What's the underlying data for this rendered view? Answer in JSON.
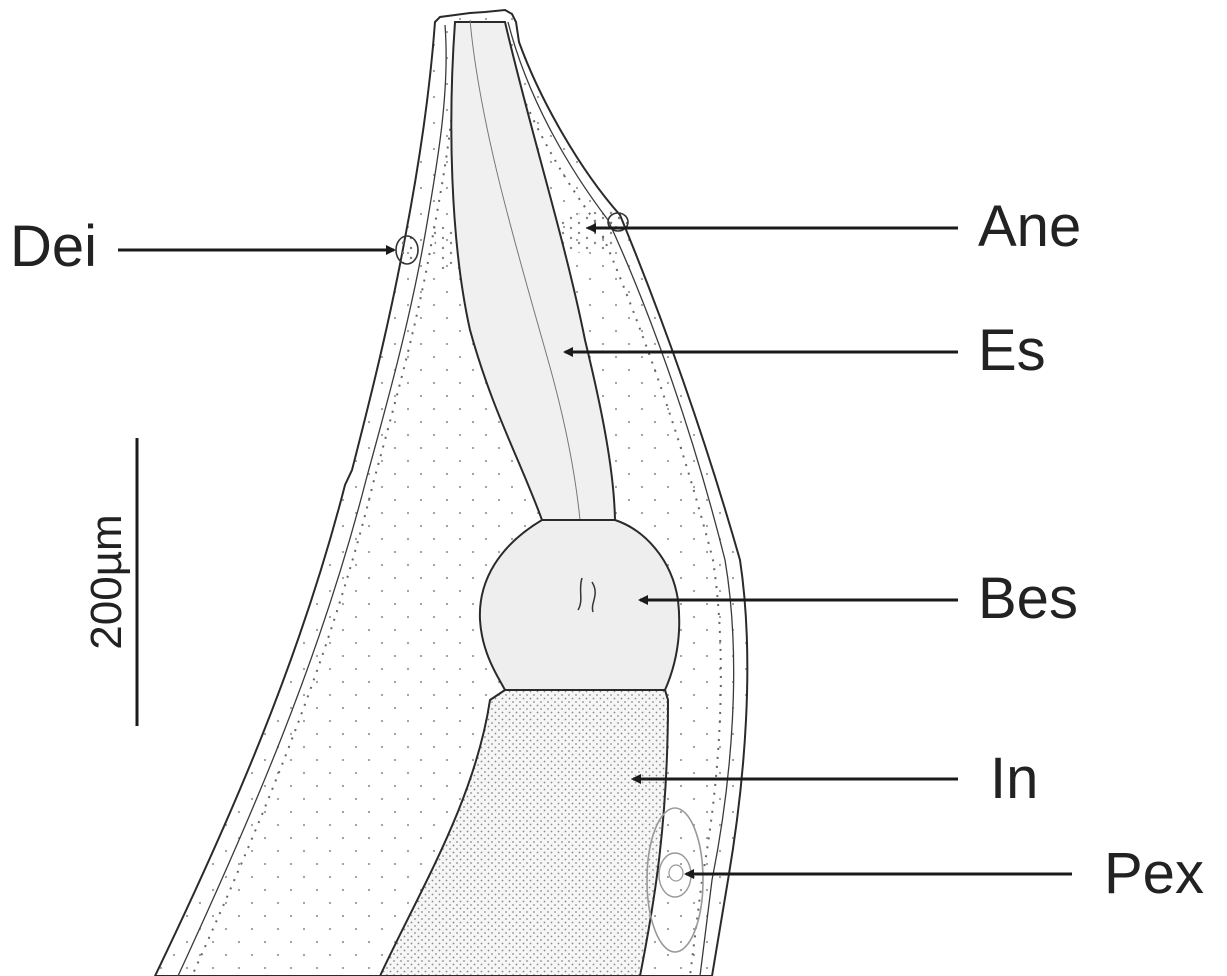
{
  "labels": {
    "dei": "Dei",
    "ane": "Ane",
    "es": "Es",
    "bes": "Bes",
    "in": "In",
    "pex": "Pex",
    "scale": "200µm"
  },
  "colors": {
    "ink": "#222222",
    "tissue": "#efefef",
    "organ_fill": "#f2f2f2",
    "background": "#ffffff"
  }
}
